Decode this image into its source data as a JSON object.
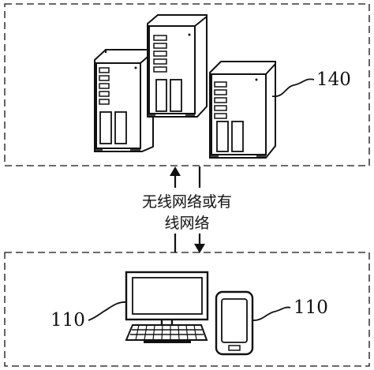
{
  "server_group": {
    "label": "140"
  },
  "network": {
    "line1": "无线网络或有",
    "line2": "线网络"
  },
  "client_group": {
    "computer_label": "110",
    "phone_label": "110"
  },
  "colors": {
    "stroke": "#111111",
    "background": "#ffffff"
  }
}
